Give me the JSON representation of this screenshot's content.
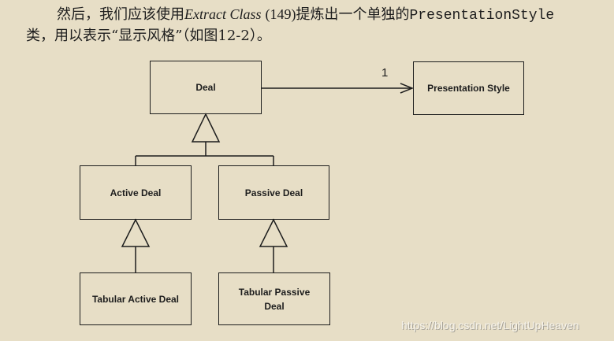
{
  "colors": {
    "page_background": "#e7dec6",
    "ink": "#1d1d1d",
    "watermark": "#f7f4ec"
  },
  "paragraph": {
    "line1": {
      "before": "然后，我们应该使用",
      "refactoring": "Extract Class",
      "page_ref": "(149)",
      "after": "提炼出一个单独的",
      "code": "PresentationStyle"
    },
    "line2": "类，用以表示“显示风格”（如图12-2）。"
  },
  "diagram": {
    "classes": {
      "deal": "Deal",
      "presentation_style": "Presentation Style",
      "active_deal": "Active Deal",
      "passive_deal": "Passive Deal",
      "tabular_active_deal": "Tabular Active Deal",
      "tabular_passive_deal": [
        "Tabular Passive",
        "Deal"
      ]
    },
    "association": {
      "multiplicity": "1"
    }
  },
  "watermark": "https://blog.csdn.net/LightUpHeaven"
}
